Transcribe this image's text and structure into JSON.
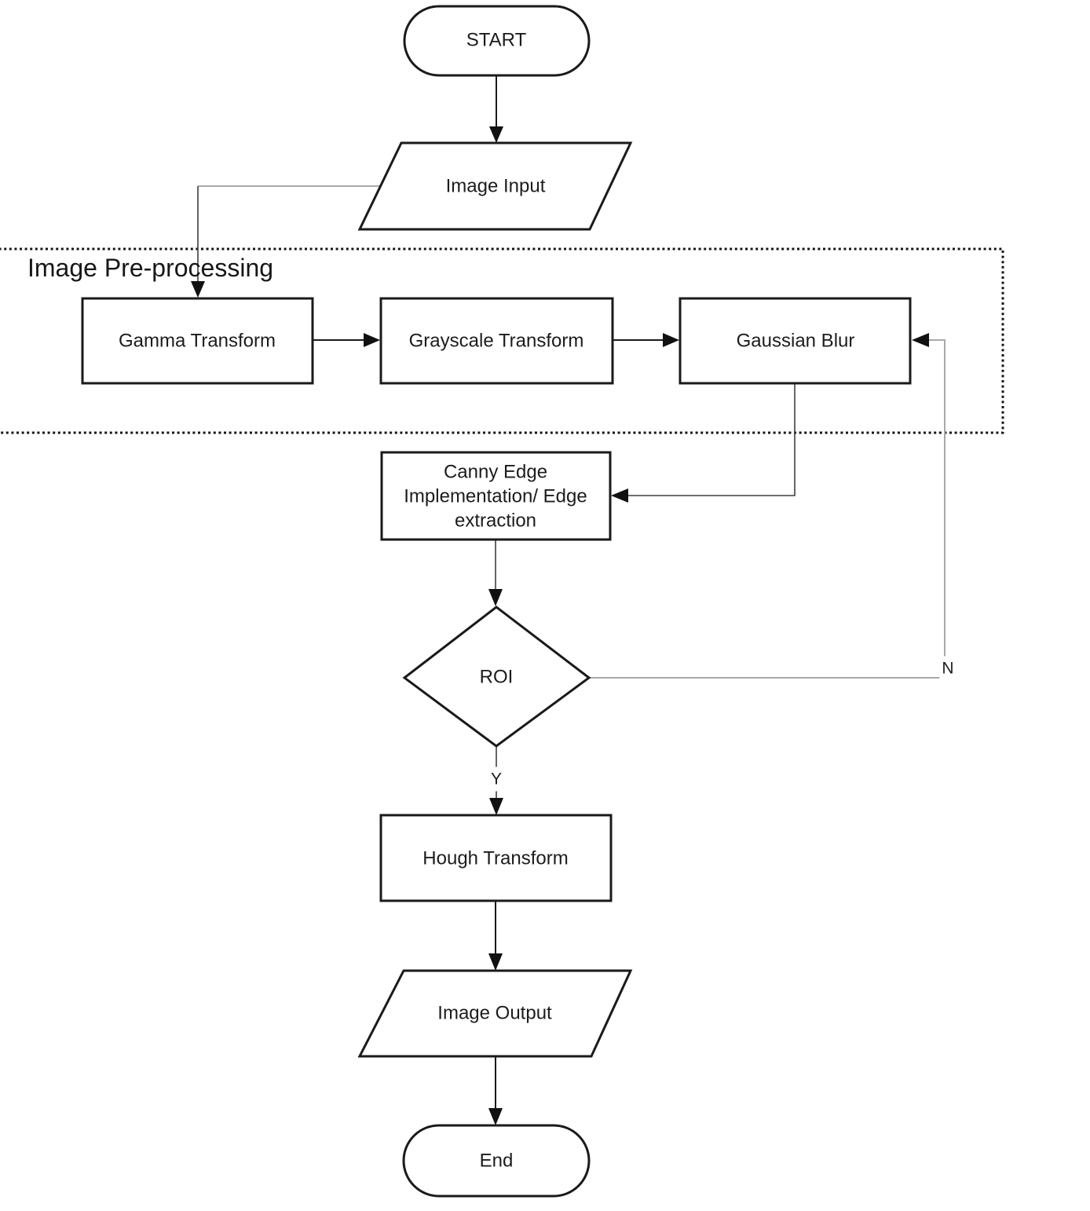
{
  "diagram": {
    "container_label": "Image Pre-processing",
    "nodes": {
      "start": {
        "label": "START",
        "type": "terminator"
      },
      "image_input": {
        "label": "Image Input",
        "type": "input-output"
      },
      "gamma_transform": {
        "label": "Gamma Transform",
        "type": "process"
      },
      "grayscale_transform": {
        "label": "Grayscale Transform",
        "type": "process"
      },
      "gaussian_blur": {
        "label": "Gaussian Blur",
        "type": "process"
      },
      "canny_edge": {
        "label": "Canny Edge Implementation/ Edge extraction",
        "type": "process"
      },
      "roi_decision": {
        "label": "ROI",
        "type": "decision"
      },
      "hough_transform": {
        "label": "Hough Transform",
        "type": "process"
      },
      "image_output": {
        "label": "Image Output",
        "type": "input-output"
      },
      "end": {
        "label": "End",
        "type": "terminator"
      }
    },
    "branch_labels": {
      "yes": "Y",
      "no": "N"
    },
    "colors": {
      "stroke": "#1a1a1a",
      "loop_line": "#a9a9a9",
      "background": "#ffffff"
    }
  }
}
